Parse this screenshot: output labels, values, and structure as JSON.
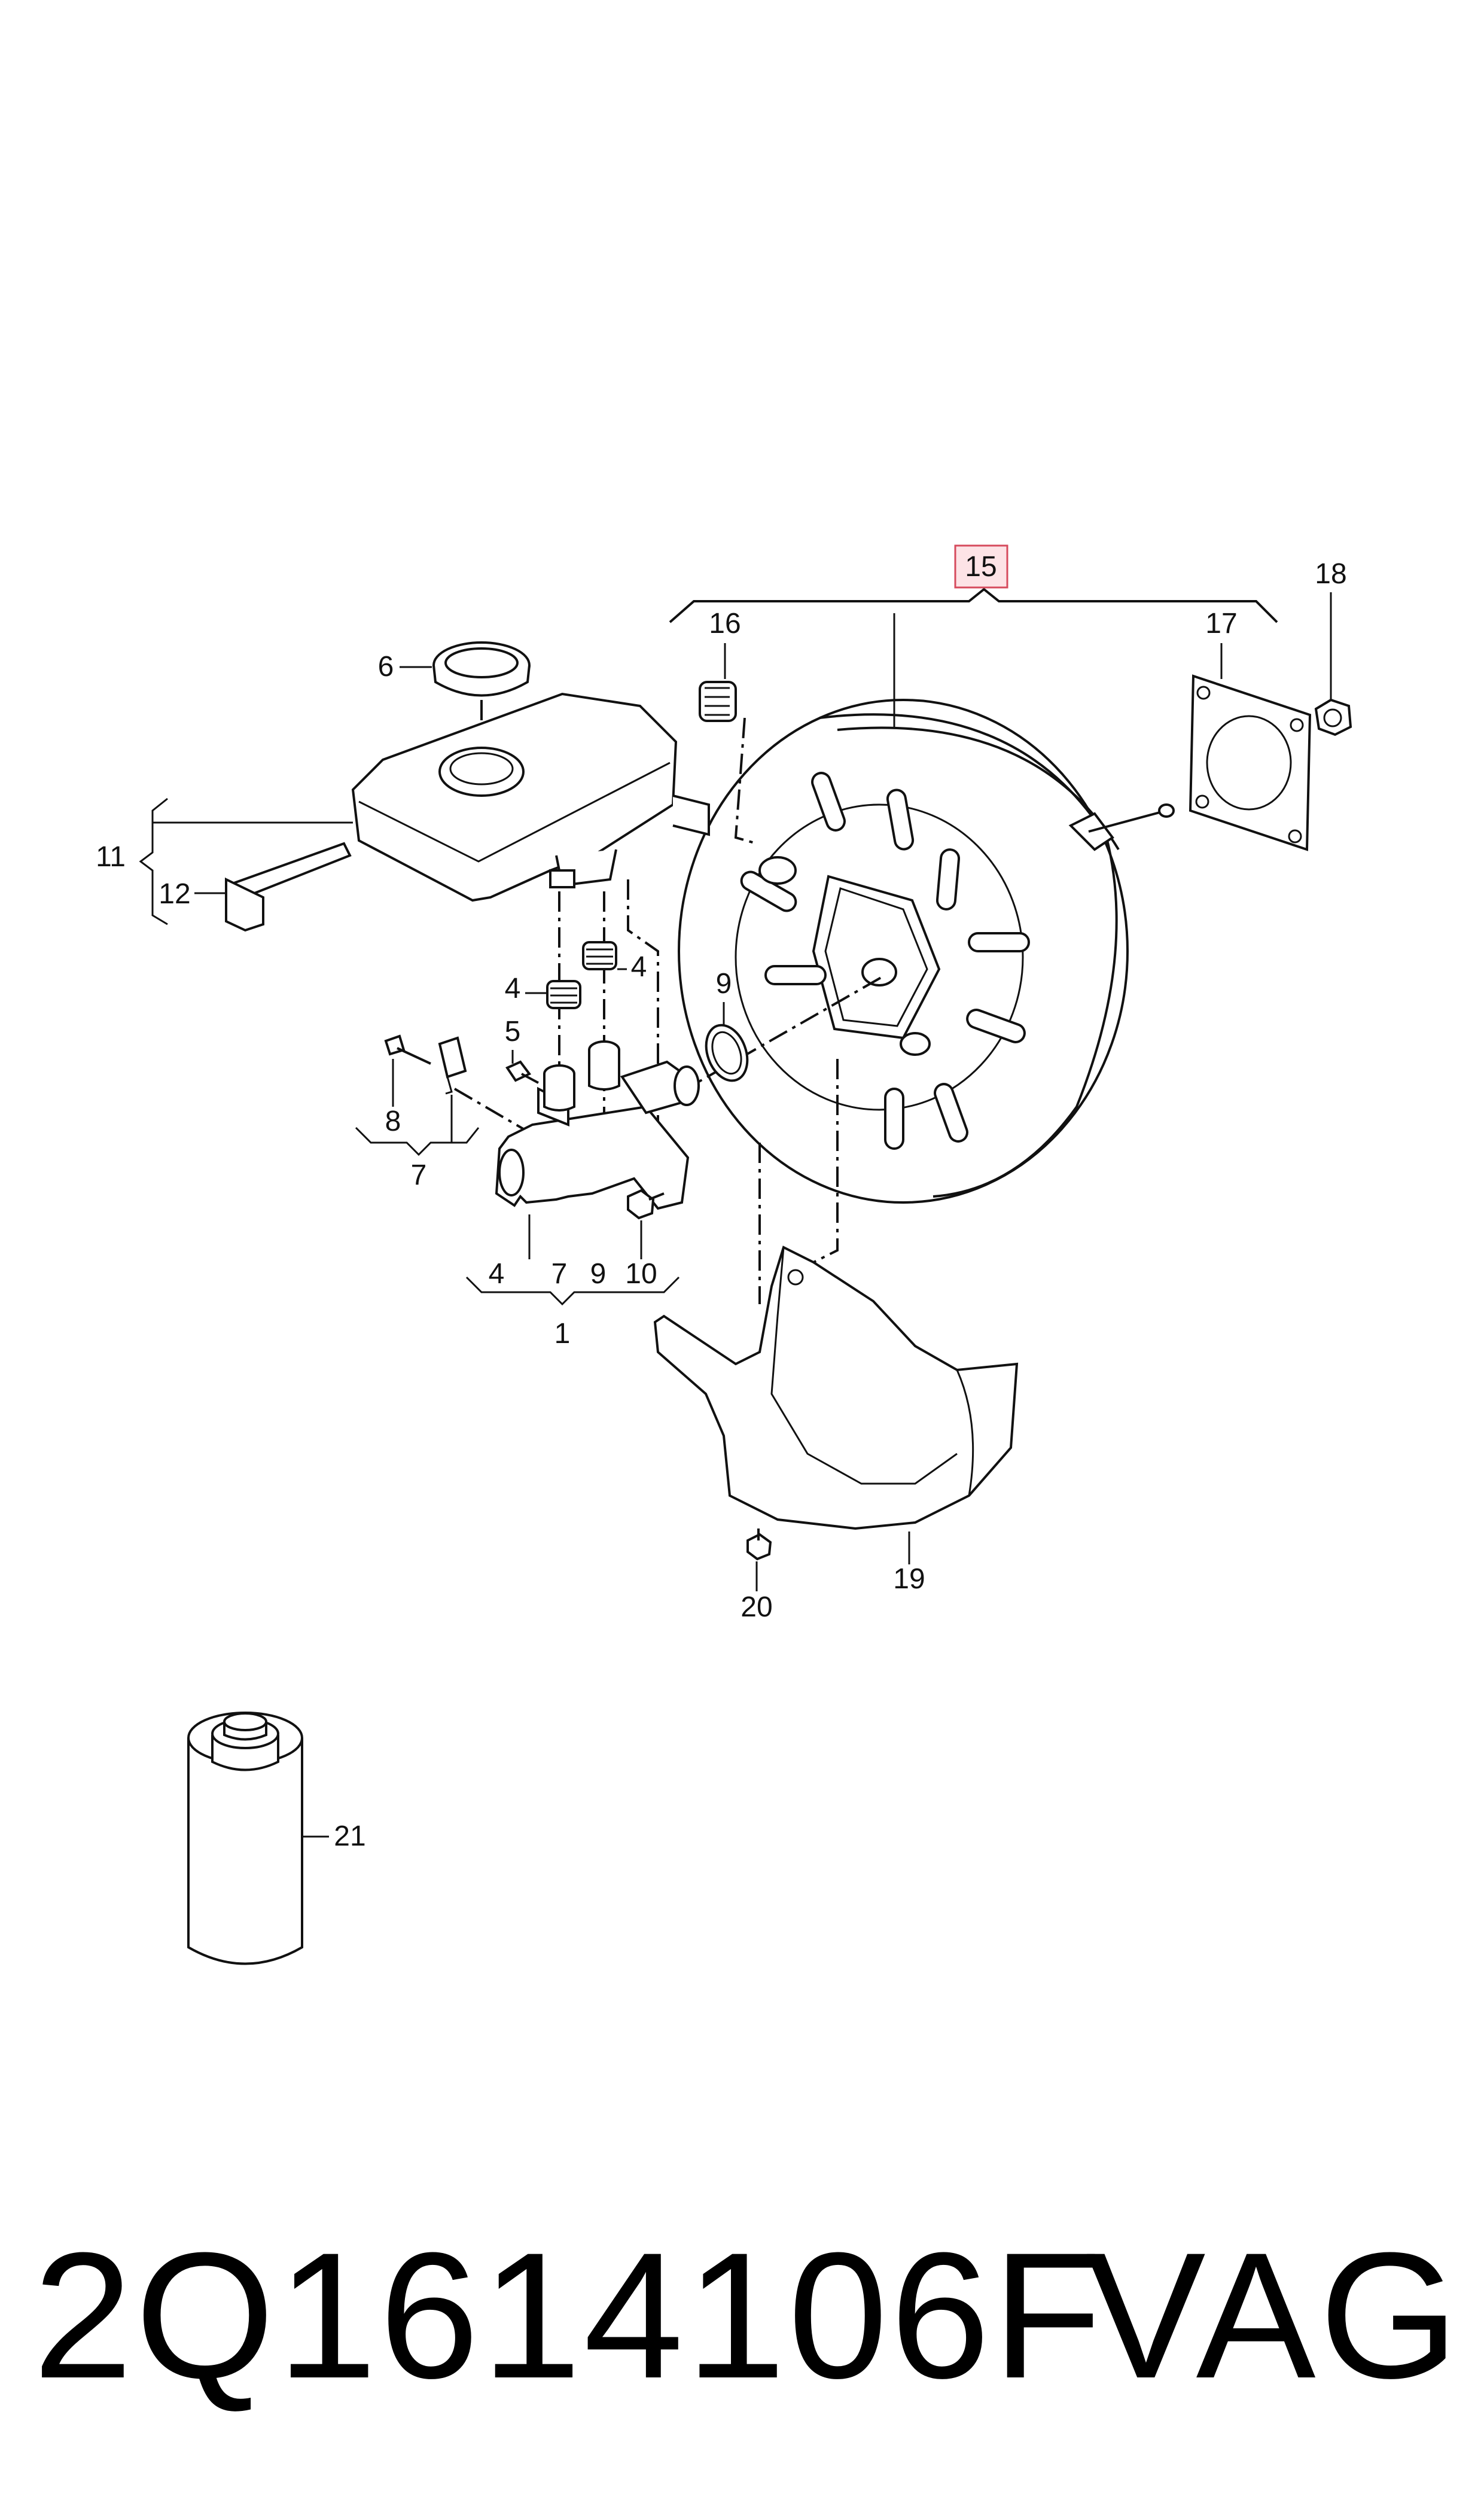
{
  "callouts": {
    "c1": "1",
    "c4a": "4",
    "c4b": "4",
    "c4c": "4",
    "c5": "5",
    "c6": "6",
    "c7a": "7",
    "c7b": "7",
    "c8": "8",
    "c9a": "9",
    "c9b": "9",
    "c10": "10",
    "c11": "11",
    "c12": "12",
    "c15": "15",
    "c16": "16",
    "c17": "17",
    "c18": "18",
    "c19": "19",
    "c20": "20",
    "c21": "21"
  },
  "highlight_color": "#d64b5d",
  "footer": {
    "part_number": "2Q1614106F",
    "brand": "VAG"
  }
}
